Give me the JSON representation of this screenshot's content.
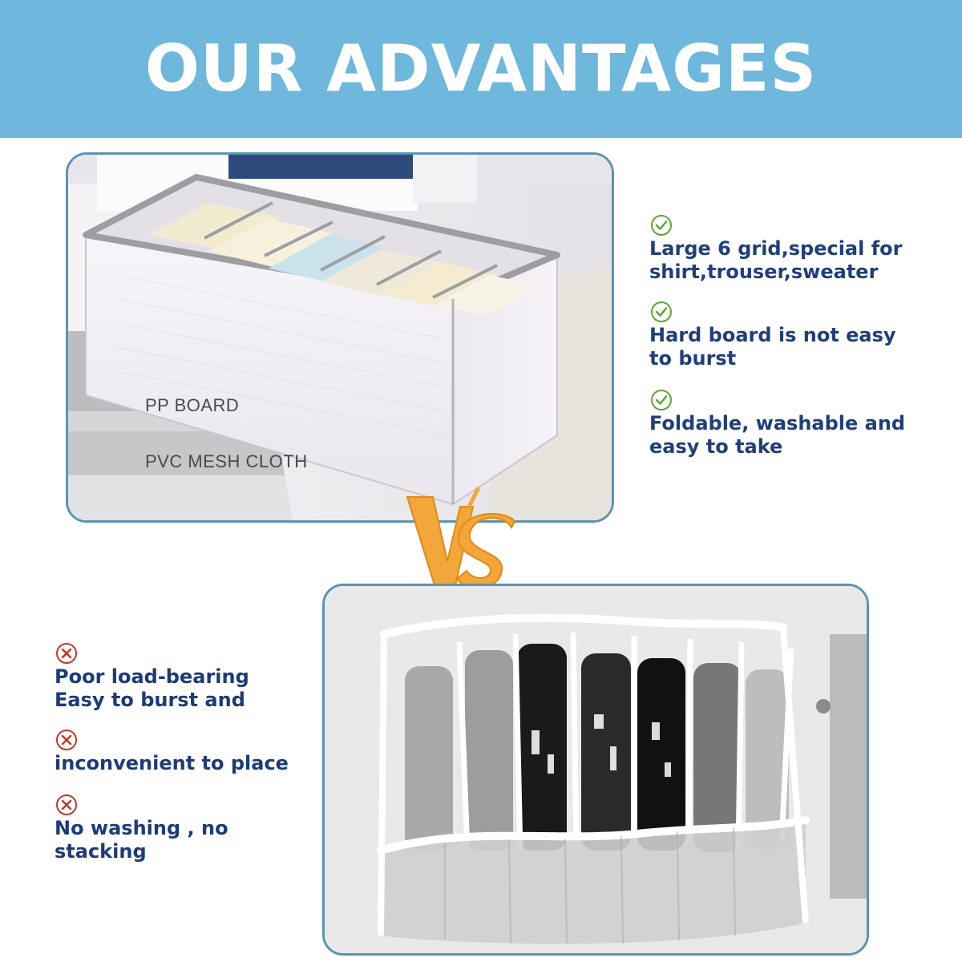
{
  "banner": {
    "title": "OUR ADVANTAGES",
    "background_color": "#6db8dc",
    "text_color": "#ffffff"
  },
  "top_product": {
    "materials": [
      {
        "label": "PP BOARD"
      },
      {
        "label": "PVC MESH CLOTH"
      }
    ]
  },
  "advantages": {
    "icon": "check-circle-icon",
    "icon_color": "#5aa832",
    "items": [
      {
        "text": "Large 6 grid,special for\nshirt,trouser,sweater"
      },
      {
        "text": "Hard board is not easy\nto burst"
      },
      {
        "text": "Foldable, washable and\neasy to take"
      }
    ]
  },
  "comparison": {
    "icon": "vs-icon",
    "color": "#f3a63a"
  },
  "disadvantages": {
    "icon": "cross-circle-icon",
    "icon_color": "#c0392b",
    "items": [
      {
        "text": "Poor load-bearing\nEasy to burst and"
      },
      {
        "text": "inconvenient to place"
      },
      {
        "text": "No washing , no stacking"
      }
    ]
  },
  "colors": {
    "frame_border": "#5b93b5",
    "text_navy": "#1f3f7a"
  }
}
